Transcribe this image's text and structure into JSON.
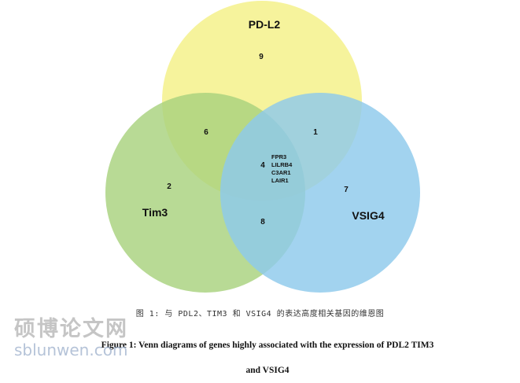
{
  "diagram": {
    "type": "venn",
    "sets": [
      {
        "name": "PD-L2",
        "only_count": "9",
        "color": "#f3ef80"
      },
      {
        "name": "Tim3",
        "only_count": "2",
        "color": "#a8d27e"
      },
      {
        "name": "VSIG4",
        "only_count": "7",
        "color": "#8ec9ec"
      }
    ],
    "intersections": {
      "pdl2_tim3": "6",
      "pdl2_vsig4": "1",
      "tim3_vsig4": "8",
      "all_three": "4",
      "all_three_genes": [
        "FPR3",
        "LILRB4",
        "C3AR1",
        "LAIR1"
      ]
    }
  },
  "caption": {
    "chinese": "图 1: 与 PDL2、TIM3 和 VSIG4 的表达高度相关基因的维恩图",
    "english_line1": "Figure 1: Venn diagrams of genes highly associated with the expression of PDL2 TIM3",
    "english_line2": "and VSIG4"
  },
  "watermark": {
    "text": "硕博论文网",
    "url": "sblunwen.com"
  }
}
